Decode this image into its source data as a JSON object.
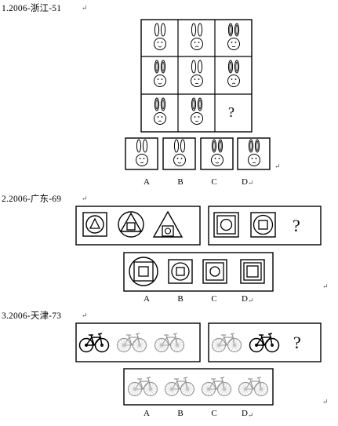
{
  "q1": {
    "title": "1.2006-浙江-51",
    "unknown_mark": "?",
    "options": [
      "A",
      "B",
      "C",
      "D"
    ]
  },
  "q2": {
    "title": "2.2006-广东-69",
    "unknown_mark": "?",
    "options": [
      "A",
      "B",
      "C",
      "D"
    ]
  },
  "q3": {
    "title": "3.2006-天津-73",
    "unknown_mark": "?",
    "options": [
      "A",
      "B",
      "C",
      "D"
    ]
  },
  "return_mark": "↵"
}
